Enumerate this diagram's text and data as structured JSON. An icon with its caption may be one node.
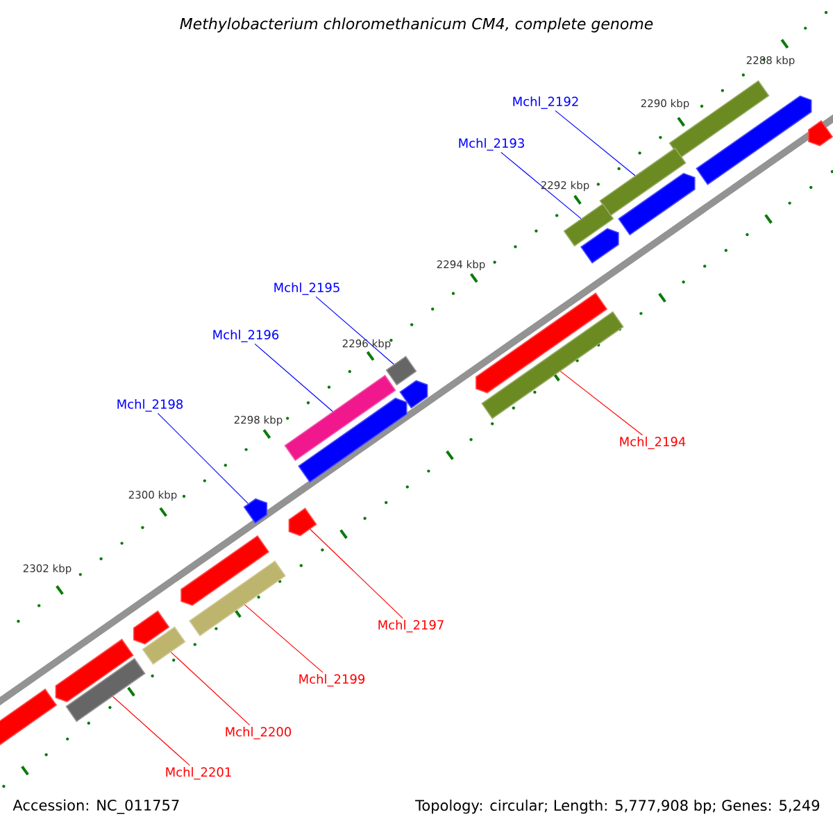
{
  "diagram": {
    "title": "Methylobacterium chloromethanicum CM4, complete genome",
    "nodes": [
      {
        "text": [
          "Mchl_2192"
        ]
      },
      {
        "text": [
          "Mchl_2193"
        ]
      },
      {
        "text": [
          "Mchl_2195"
        ]
      },
      {
        "text": [
          "Mchl_2196"
        ]
      },
      {
        "text": [
          "Mchl_2198"
        ]
      },
      {
        "text": [
          "Mchl_2194"
        ]
      },
      {
        "text": [
          "Mchl_2197"
        ]
      },
      {
        "text": [
          "Mchl_2199"
        ]
      },
      {
        "text": [
          "Mchl_2200"
        ]
      },
      {
        "text": [
          "Mchl_2201"
        ]
      },
      {
        "text": [],
        "shape": "bar"
      },
      {
        "text": [],
        "shape": "bar"
      },
      {
        "text": [],
        "shape": "bar"
      },
      {
        "text": [],
        "shape": "bar"
      },
      {
        "text": [],
        "shape": "bar"
      },
      {
        "text": [],
        "shape": "pentagon"
      },
      {
        "text": [],
        "shape": "pentagon"
      },
      {
        "text": [],
        "shape": "pentagon"
      },
      {
        "text": [],
        "shape": "pentagon"
      },
      {
        "text": [],
        "shape": "pentagon"
      },
      {
        "text": [],
        "shape": "pentagon"
      },
      {
        "text": [],
        "shape": "pentagon"
      },
      {
        "text": [],
        "shape": "pentagon"
      },
      {
        "text": [],
        "shape": "pentagon"
      },
      {
        "text": [],
        "shape": "pentagon"
      },
      {
        "text": [],
        "shape": "pentagon"
      },
      {
        "text": [],
        "shape": "pentagon"
      },
      {
        "text": [],
        "shape": "pentagon"
      },
      {
        "text": [],
        "shape": "bar"
      },
      {
        "text": [],
        "shape": "bar"
      },
      {
        "text": [],
        "shape": "bar"
      },
      {
        "text": [],
        "shape": "bar"
      }
    ],
    "edges": [
      {
        "from": 0,
        "to": 11,
        "arrow": "none",
        "color": "#0000ff"
      },
      {
        "from": 1,
        "to": 12,
        "arrow": "none",
        "color": "#0000ff"
      },
      {
        "from": 2,
        "to": 13,
        "arrow": "none",
        "color": "#0000ff"
      },
      {
        "from": 3,
        "to": 14,
        "arrow": "none",
        "color": "#0000ff"
      },
      {
        "from": 4,
        "to": 20,
        "arrow": "none",
        "color": "#0000ff"
      },
      {
        "from": 5,
        "to": 28,
        "arrow": "none",
        "color": "#ff0000"
      },
      {
        "from": 6,
        "to": 23,
        "arrow": "none",
        "color": "#ff0000"
      },
      {
        "from": 7,
        "to": 29,
        "arrow": "none",
        "color": "#ff0000"
      },
      {
        "from": 8,
        "to": 30,
        "arrow": "none",
        "color": "#ff0000"
      },
      {
        "from": 9,
        "to": 31,
        "arrow": "none",
        "color": "#ff0000"
      }
    ],
    "labels": [
      "2288 kbp",
      "2290 kbp",
      "2292 kbp",
      "2294 kbp",
      "2296 kbp",
      "2298 kbp",
      "2300 kbp",
      "2302 kbp",
      "Accession: NC_011757",
      "Topology: circular; Length: 5,777,908 bp; Genes: 5,249"
    ]
  }
}
